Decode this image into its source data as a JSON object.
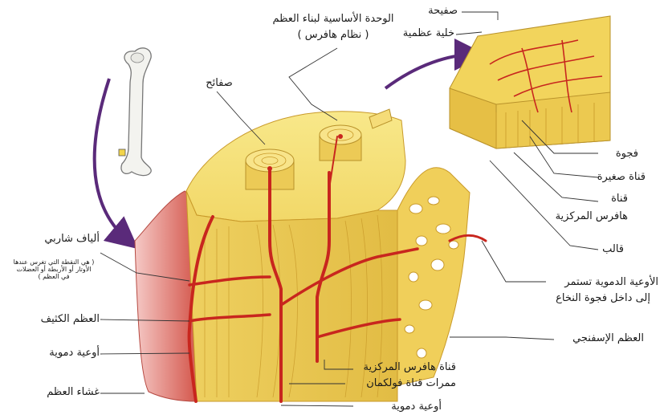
{
  "title": {
    "line1": "الوحدة الأساسية لبناء العظم",
    "line2": "( نظام هافرس )"
  },
  "labels": {
    "lamellae": "صفائح",
    "lamella": "صفيحة",
    "osteocyte": "خلية عظمية",
    "lacuna": "فجوة",
    "canaliculus": "قناة صغيرة",
    "central_canal_line1": "قناة",
    "central_canal_line2": "هافرس المركزية",
    "matrix": "قالب",
    "vessels_to_marrow_line1": "الأوعية الدموية تستمر",
    "vessels_to_marrow_line2": "إلى داخل فجوة النخاع",
    "spongy_bone": "العظم الإسفنجي",
    "sharpey_fibers": "ألياف شاربي",
    "sharpey_note_line1": "( هي النقطة التي تغرس عندها",
    "sharpey_note_line2": "الأوتار أو الأربطة أو العضلات",
    "sharpey_note_line3": "في العظم )",
    "compact_bone": "العظم الكثيف",
    "blood_vessels_left": "أوعية دموية",
    "periosteum": "غشاء العظم",
    "haversian_canal_bottom": "قناة هافرس المركزية",
    "volkmann_canals": "ممرات قناة فولكمان",
    "blood_vessels_bottom": "أوعية دموية"
  },
  "colors": {
    "bone_light": "#f6e27a",
    "bone_mid": "#e9c84a",
    "bone_dark": "#c99a2a",
    "vessel_red": "#c8261e",
    "periosteum_pink": "#e58a8a",
    "arrow_purple": "#5a2a7a",
    "leader_line": "#333333"
  }
}
